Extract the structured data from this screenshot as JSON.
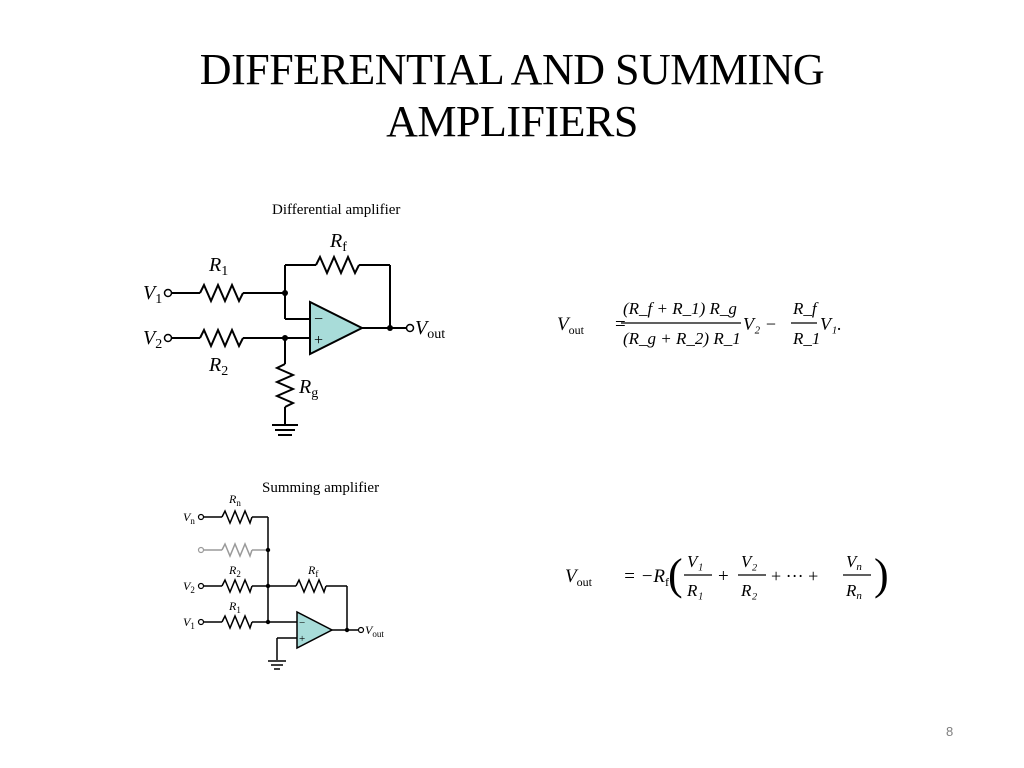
{
  "slide": {
    "title_line1": "DIFFERENTIAL AND SUMMING",
    "title_line2": "AMPLIFIERS",
    "page_number": "8"
  },
  "differential": {
    "heading": "Differential amplifier",
    "labels": {
      "rf": "R",
      "rf_sub": "f",
      "r1": "R",
      "r1_sub": "1",
      "r2": "R",
      "r2_sub": "2",
      "rg": "R",
      "rg_sub": "g",
      "v1": "V",
      "v1_sub": "1",
      "v2": "V",
      "v2_sub": "2",
      "vout": "V",
      "vout_sub": "out"
    },
    "equation": {
      "lhs": "V",
      "lhs_sub": "out",
      "num": "(R_f + R_1) R_g",
      "den": "(R_g + R_2) R_1",
      "tail": "V₂ −",
      "num2": "R_f",
      "den2": "R_1",
      "end": "V₁."
    }
  },
  "summing": {
    "heading": "Summing amplifier",
    "labels": {
      "rn": "R",
      "rn_sub": "n",
      "r2": "R",
      "r2_sub": "2",
      "r1": "R",
      "r1_sub": "1",
      "rf": "R",
      "rf_sub": "f",
      "vn": "V",
      "vn_sub": "n",
      "v2": "V",
      "v2_sub": "2",
      "v1": "V",
      "v1_sub": "1",
      "vout": "V",
      "vout_sub": "out"
    },
    "equation": {
      "lhs": "V",
      "lhs_sub": "out",
      "eq": "= −R",
      "eq_sub": "f",
      "n1": "V₁",
      "d1": "R₁",
      "n2": "V₂",
      "d2": "R₂",
      "dots": "+ ··· +",
      "nn": "V",
      "nn_sub": "n",
      "dn": "R",
      "dn_sub": "n"
    }
  }
}
